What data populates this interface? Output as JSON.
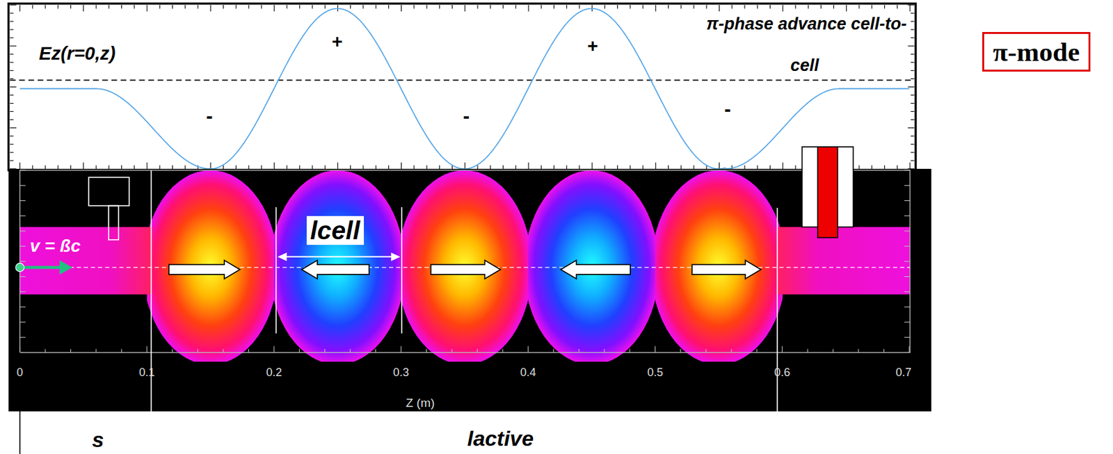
{
  "diagram": {
    "nodes": [
      {
        "text": [
          "π-mode"
        ]
      },
      {
        "text": [
          "lcell"
        ]
      }
    ],
    "labels": [
      "Ez(r=0,z)",
      "+",
      "+",
      "π-phase advance cell-to-cell",
      "-",
      "-",
      "-",
      "v = ßc",
      "0",
      "0.1",
      "0.2",
      "0.3",
      "0.4",
      "0.5",
      "0.6",
      "0.7",
      "Z (m)",
      "s",
      "lactive"
    ]
  }
}
